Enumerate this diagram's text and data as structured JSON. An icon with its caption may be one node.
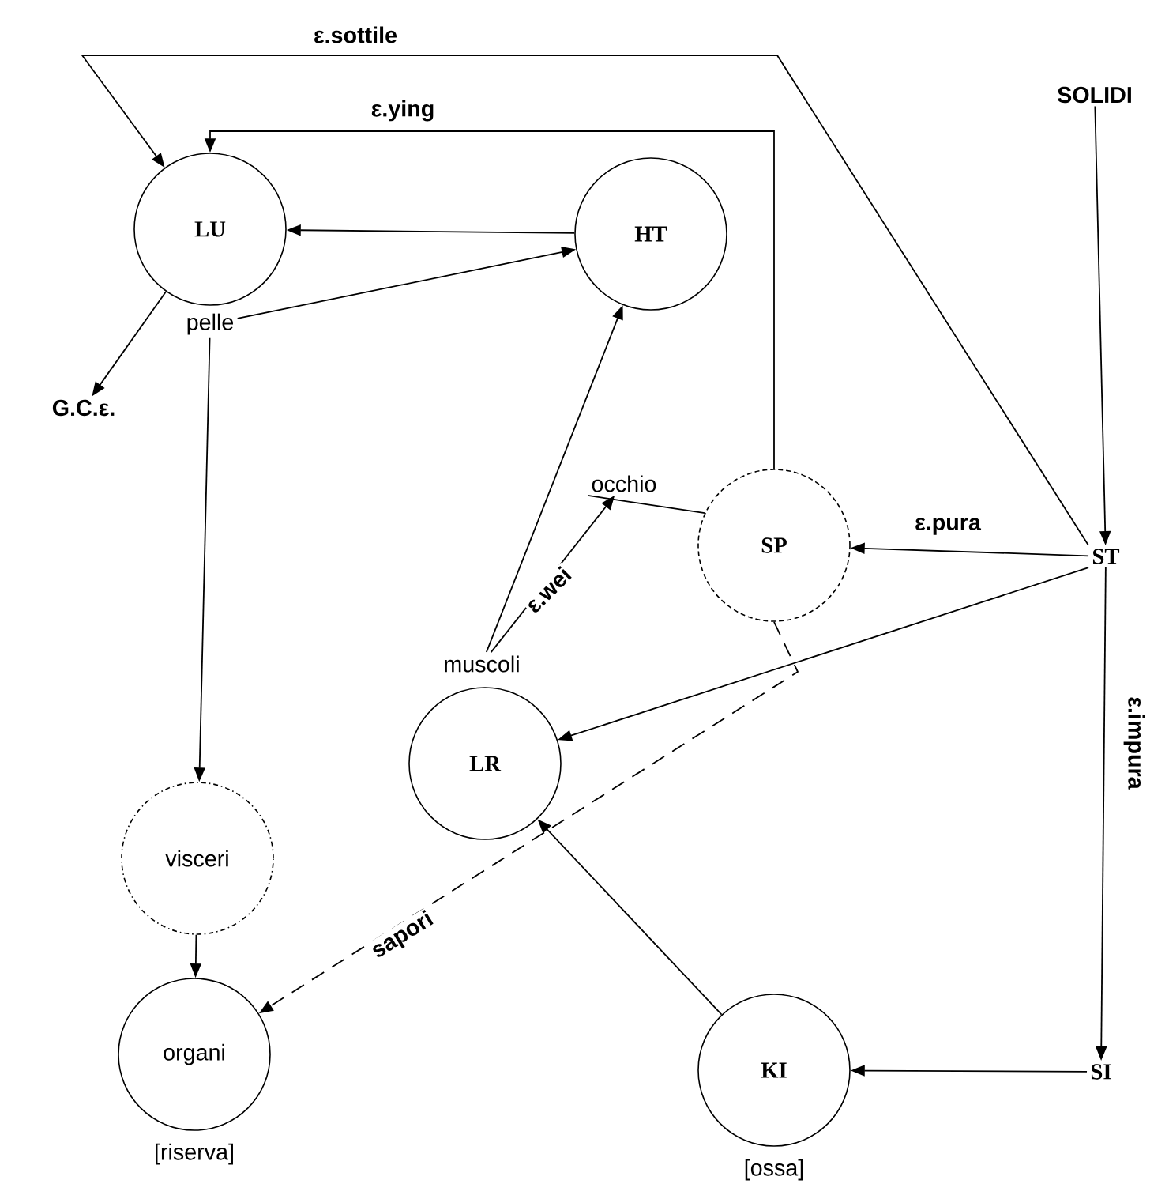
{
  "diagram": {
    "nodes": [
      {
        "text": [
          "LU"
        ]
      },
      {
        "text": [
          "HT"
        ]
      },
      {
        "text": [
          "SP"
        ]
      },
      {
        "text": [
          "LR"
        ]
      },
      {
        "text": [
          "visceri"
        ]
      },
      {
        "text": [
          "organi"
        ],
        "beside": [
          "[riserva]"
        ]
      },
      {
        "text": [
          "KI"
        ],
        "beside": [
          "[ossa]"
        ]
      },
      {
        "text": [
          "G.C.ε."
        ]
      },
      {
        "text": [
          "pelle"
        ]
      },
      {
        "text": [
          "SOLIDI"
        ]
      },
      {
        "text": [
          "ST"
        ]
      },
      {
        "text": [
          "SI"
        ]
      },
      {
        "text": [
          "muscoli"
        ]
      },
      {
        "text": [
          "occhio"
        ]
      }
    ],
    "edges": [
      {
        "from": 10,
        "to": 0,
        "arrow": "to",
        "label": "ε.sottile"
      },
      {
        "from": 2,
        "to": 0,
        "arrow": "to",
        "label": "ε.ying"
      },
      {
        "from": 1,
        "to": 0,
        "arrow": "to"
      },
      {
        "from": 8,
        "to": 1,
        "arrow": "to"
      },
      {
        "from": 0,
        "to": 7,
        "arrow": "to"
      },
      {
        "from": 8,
        "to": 4,
        "arrow": "to"
      },
      {
        "from": 4,
        "to": 5,
        "arrow": "to"
      },
      {
        "from": 12,
        "to": 1,
        "arrow": "to"
      },
      {
        "from": 12,
        "to": 13,
        "arrow": "to",
        "label": "ε.wei"
      },
      {
        "from": 13,
        "to": 2,
        "arrow": "none"
      },
      {
        "from": 10,
        "to": 2,
        "arrow": "to",
        "label": "ε.pura"
      },
      {
        "from": 10,
        "to": 3,
        "arrow": "to"
      },
      {
        "from": 2,
        "to": 5,
        "arrow": "to",
        "label": "sapori",
        "style": "dashed"
      },
      {
        "from": 6,
        "to": 3,
        "arrow": "to"
      },
      {
        "from": 9,
        "to": 10,
        "arrow": "to"
      },
      {
        "from": 10,
        "to": 11,
        "arrow": "to",
        "label": "ε.impura"
      },
      {
        "from": 11,
        "to": 6,
        "arrow": "to"
      }
    ]
  }
}
